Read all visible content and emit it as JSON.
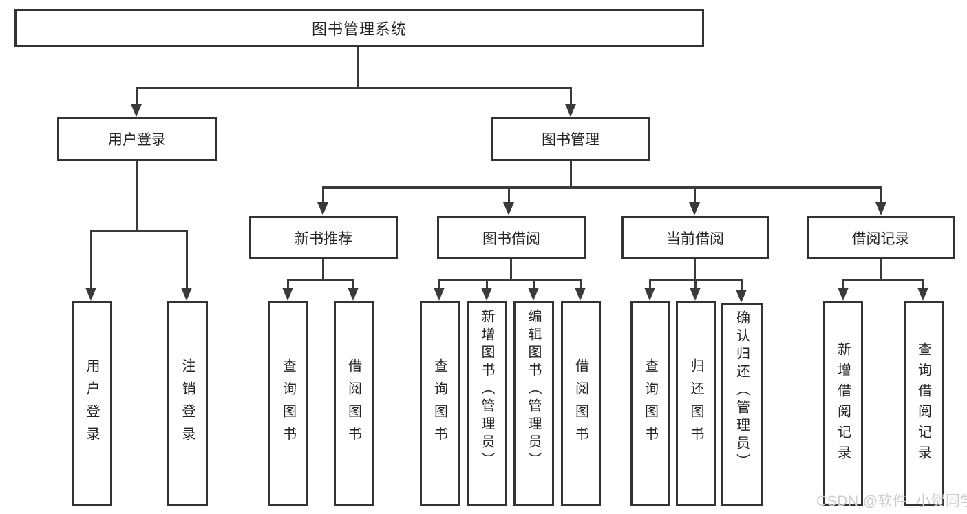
{
  "diagram": {
    "title_node": {
      "label": "图书管理系统"
    },
    "level2": {
      "user_login": {
        "label": "用户登录"
      },
      "book_management": {
        "label": "图书管理"
      }
    },
    "level3": {
      "new_book_recommend": {
        "label": "新书推荐"
      },
      "book_borrow": {
        "label": "图书借阅"
      },
      "current_borrow": {
        "label": "当前借阅"
      },
      "borrow_record": {
        "label": "借阅记录"
      }
    },
    "leaves": {
      "user_login": {
        "label": "用户登录"
      },
      "logout": {
        "label": "注销登录"
      },
      "query_book_rec": {
        "label": "查询图书"
      },
      "borrow_book_rec": {
        "label": "借阅图书"
      },
      "query_book_borrow": {
        "label": "查询图书"
      },
      "add_book_admin": {
        "label": "新增图书（管理员）"
      },
      "edit_book_admin": {
        "label": "编辑图书（管理员）"
      },
      "borrow_book": {
        "label": "借阅图书"
      },
      "query_book_current": {
        "label": "查询图书"
      },
      "return_book": {
        "label": "归还图书"
      },
      "confirm_return_admin": {
        "label": "确认归还（管理员）"
      },
      "add_borrow_record": {
        "label": "新增借阅记录"
      },
      "query_borrow_record": {
        "label": "查询借阅记录"
      }
    }
  },
  "watermark": {
    "text": "CSDN @软件_小贺同学"
  },
  "colors": {
    "line": "#3a3a3a",
    "border": "#333333",
    "text": "#242424",
    "background": "#ffffff",
    "watermark": "#cccccc"
  }
}
